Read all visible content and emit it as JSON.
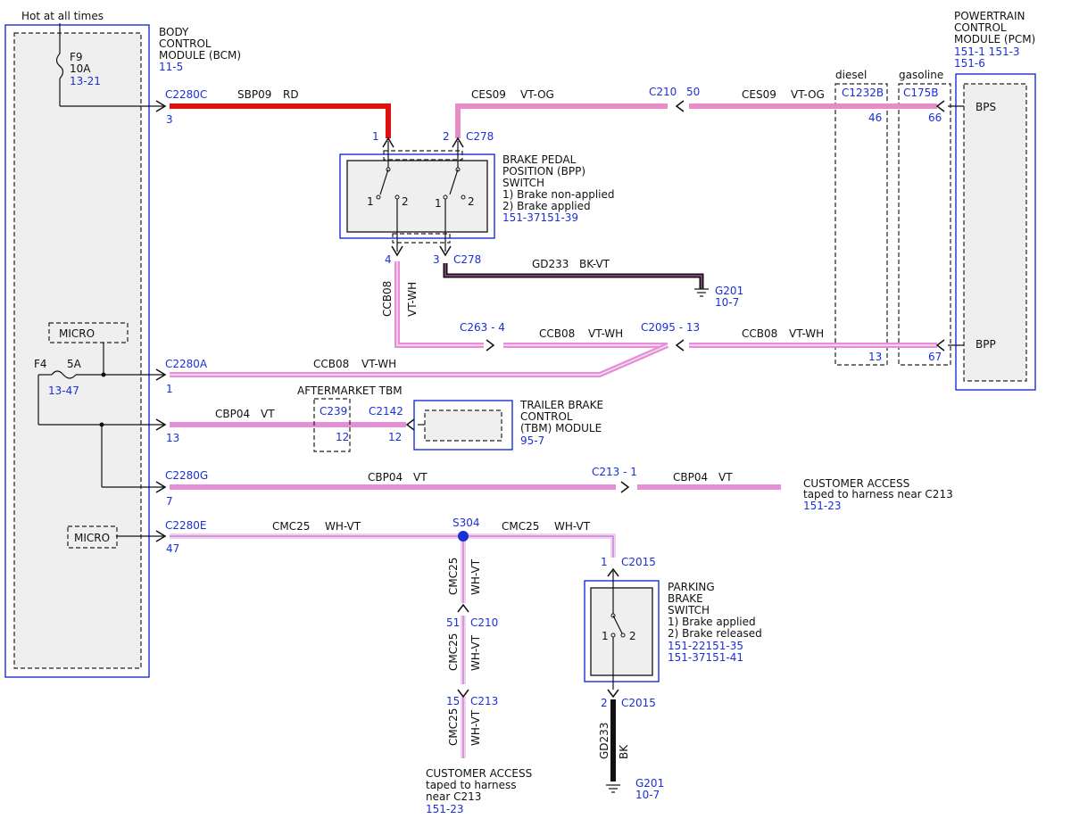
{
  "top_note": "Hot at all times",
  "bcm": {
    "name_lines": [
      "BODY",
      "CONTROL",
      "MODULE (BCM)"
    ],
    "ref": "11-5",
    "fuse_f9": {
      "name": "F9",
      "rating": "10A",
      "ref": "13-21"
    },
    "fuse_f4": {
      "name": "F4",
      "rating": "5A",
      "ref": "13-47"
    },
    "micro_label": "MICRO"
  },
  "pcm": {
    "name_lines": [
      "POWERTRAIN",
      "CONTROL",
      "MODULE (PCM)"
    ],
    "refs": [
      "151-1 151-3",
      "151-6"
    ],
    "pins": {
      "bps": "BPS",
      "bpp": "BPP"
    },
    "variants": {
      "diesel": "diesel",
      "gasoline": "gasoline"
    },
    "connectors": {
      "c1232b": "C1232B",
      "c175b": "C175B"
    },
    "pins_diesel": {
      "bps": "46",
      "bpp": "13"
    },
    "pins_gasoline": {
      "bps": "66",
      "bpp": "67"
    }
  },
  "bpp_switch": {
    "name_lines": [
      "BRAKE PEDAL",
      "POSITION (BPP)",
      "SWITCH"
    ],
    "states": [
      "1) Brake non-applied",
      "2) Brake applied"
    ],
    "refs": "151-37151-39",
    "pin1": "1",
    "pin2": "2",
    "pin3": "3",
    "pin4": "4",
    "connector": "C278",
    "contact_1": "1",
    "contact_2": "2"
  },
  "tbm": {
    "name_lines": [
      "TRAILER BRAKE",
      "CONTROL",
      "(TBM) MODULE"
    ],
    "ref": "95-7",
    "aftermarket": "AFTERMARKET TBM",
    "c239": "C239",
    "c239_pin": "12",
    "c2142": "C2142",
    "c2142_pin": "12"
  },
  "parking_switch": {
    "name_lines": [
      "PARKING",
      "BRAKE",
      "SWITCH"
    ],
    "states": [
      "1) Brake applied",
      "2) Brake released"
    ],
    "refs": [
      "151-22151-35",
      "151-37151-41"
    ],
    "connector": "C2015",
    "pin_top": "1",
    "pin_bottom": "2",
    "contact_1": "1",
    "contact_2": "2"
  },
  "connectors": {
    "c2280c": "C2280C",
    "c2280c_pin": "3",
    "c2280a": "C2280A",
    "c2280a_pin": "1",
    "c2280g": "C2280G",
    "c2280g_pin": "7",
    "c2280e": "C2280E",
    "c2280e_pin": "47",
    "bpp_pin13": "13",
    "c210_top": "C210",
    "c210_top_pin": "50",
    "c263": "C263 - 4",
    "c2095": "C2095 - 13",
    "c213_top": "C213 - 1",
    "s304": "S304",
    "c210_bottom": "C210",
    "c210_bottom_pin": "51",
    "c213_bottom": "C213",
    "c213_bottom_pin": "15"
  },
  "wires": {
    "sbp09": {
      "circuit": "SBP09",
      "color": "RD"
    },
    "ces09_a": {
      "circuit": "CES09",
      "color": "VT-OG"
    },
    "ces09_b": {
      "circuit": "CES09",
      "color": "VT-OG"
    },
    "gd233_h": {
      "circuit": "GD233",
      "color": "BK-VT"
    },
    "ccb08_v": {
      "circuit": "CCB08",
      "color": "VT-WH"
    },
    "ccb08_h1": {
      "circuit": "CCB08",
      "color": "VT-WH"
    },
    "ccb08_h2": {
      "circuit": "CCB08",
      "color": "VT-WH"
    },
    "ccb08_bcm": {
      "circuit": "CCB08",
      "color": "VT-WH"
    },
    "cbp04_tbm": {
      "circuit": "CBP04",
      "color": "VT"
    },
    "cbp04_a": {
      "circuit": "CBP04",
      "color": "VT"
    },
    "cbp04_b": {
      "circuit": "CBP04",
      "color": "VT"
    },
    "cmc25_a": {
      "circuit": "CMC25",
      "color": "WH-VT"
    },
    "cmc25_b": {
      "circuit": "CMC25",
      "color": "WH-VT"
    },
    "cmc25_v1": {
      "circuit": "CMC25",
      "color": "WH-VT"
    },
    "cmc25_v2": {
      "circuit": "CMC25",
      "color": "WH-VT"
    },
    "cmc25_v3": {
      "circuit": "CMC25",
      "color": "WH-VT"
    },
    "gd233_v": {
      "circuit": "GD233",
      "color": "BK"
    }
  },
  "grounds": {
    "g201_top": {
      "name": "G201",
      "ref": "10-7"
    },
    "g201_bottom": {
      "name": "G201",
      "ref": "10-7"
    }
  },
  "customer_access_right": {
    "lines": [
      "CUSTOMER ACCESS",
      "taped to harness near C213"
    ],
    "ref": "151-23"
  },
  "customer_access_bottom": {
    "lines": [
      "CUSTOMER ACCESS",
      "taped to harness",
      "near C213"
    ],
    "ref": "151-23"
  },
  "colors": {
    "red": "#e01010",
    "violet": "#e58fd6",
    "violet_white": "#f5cff0",
    "orange_violet": "#e88cc8",
    "black": "#111111",
    "label_blue": "#1a2fd6"
  }
}
